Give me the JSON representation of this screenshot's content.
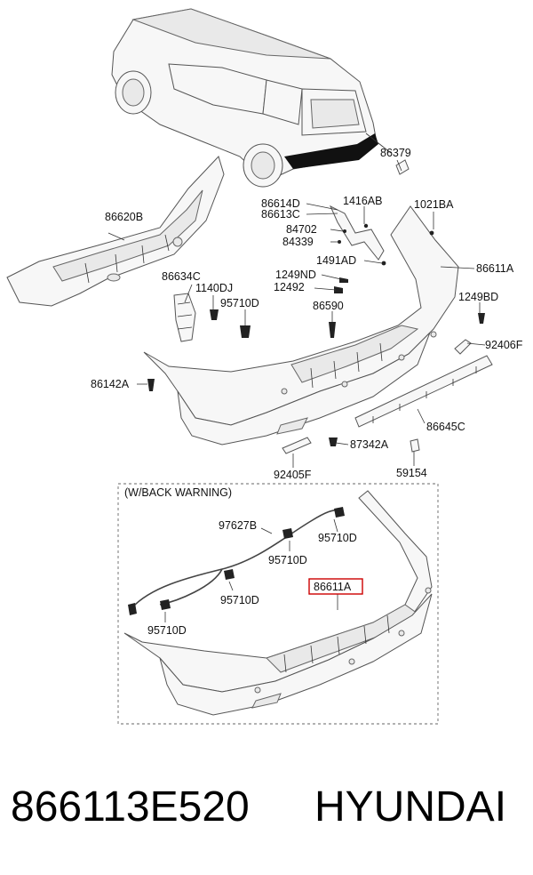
{
  "labels": {
    "p86379": "86379",
    "p86614D": "86614D",
    "p86613C": "86613C",
    "p1416AB": "1416AB",
    "p1021BA": "1021BA",
    "p84702": "84702",
    "p84339": "84339",
    "p86620B": "86620B",
    "p1491AD": "1491AD",
    "p86611A_top": "86611A",
    "p1249ND": "1249ND",
    "p12492": "12492",
    "p86634C": "86634C",
    "p1140DJ": "1140DJ",
    "p95710D_top": "95710D",
    "p1249BD": "1249BD",
    "p86590": "86590",
    "p92406F": "92406F",
    "p86142A": "86142A",
    "p86645C": "86645C",
    "p87342A": "87342A",
    "p92405F": "92405F",
    "p59154": "59154",
    "back_warning": "(W/BACK WARNING)",
    "p97627B": "97627B",
    "p95710D_a": "95710D",
    "p95710D_b": "95710D",
    "p95710D_c": "95710D",
    "p95710D_d": "95710D",
    "p86611A_hl": "86611A"
  },
  "footer": {
    "part_number": "866113E520",
    "brand": "HYUNDAI"
  },
  "colors": {
    "highlight": "#cc0000",
    "text": "#111111",
    "line": "#333333"
  }
}
